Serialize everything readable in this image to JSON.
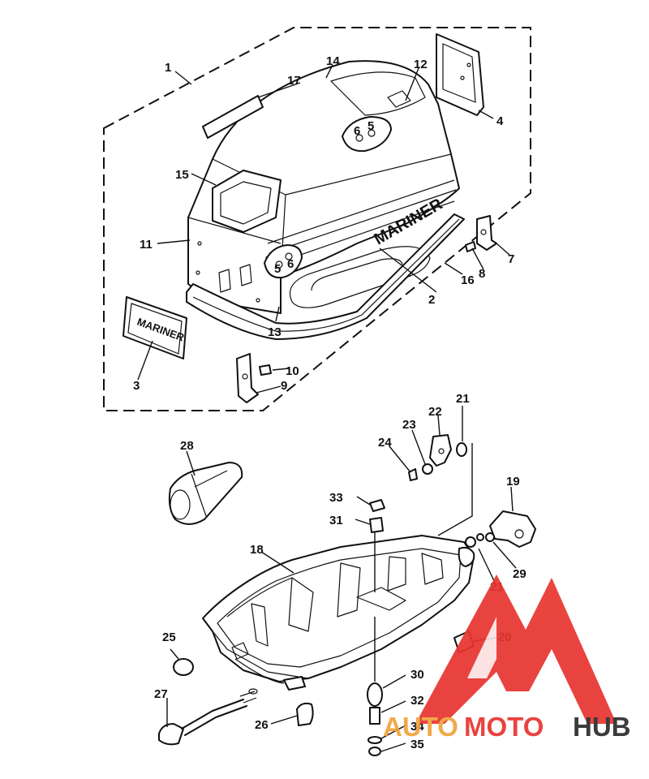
{
  "brand_text": "MARINER",
  "callouts": [
    "1",
    "2",
    "3",
    "4",
    "5",
    "6",
    "7",
    "8",
    "9",
    "10",
    "11",
    "12",
    "13",
    "14",
    "15",
    "16",
    "17",
    "18",
    "19",
    "20",
    "21",
    "22",
    "23",
    "24",
    "25",
    "26",
    "27",
    "28",
    "29",
    "30",
    "31",
    "32",
    "33",
    "34",
    "35"
  ],
  "watermark": {
    "text_a": "AUTO",
    "text_b": "MOTO",
    "text_c": "HUB",
    "color_primary": "#e8342f",
    "color_secondary": "#f0a23a",
    "color_dark": "#2b2b2b"
  }
}
